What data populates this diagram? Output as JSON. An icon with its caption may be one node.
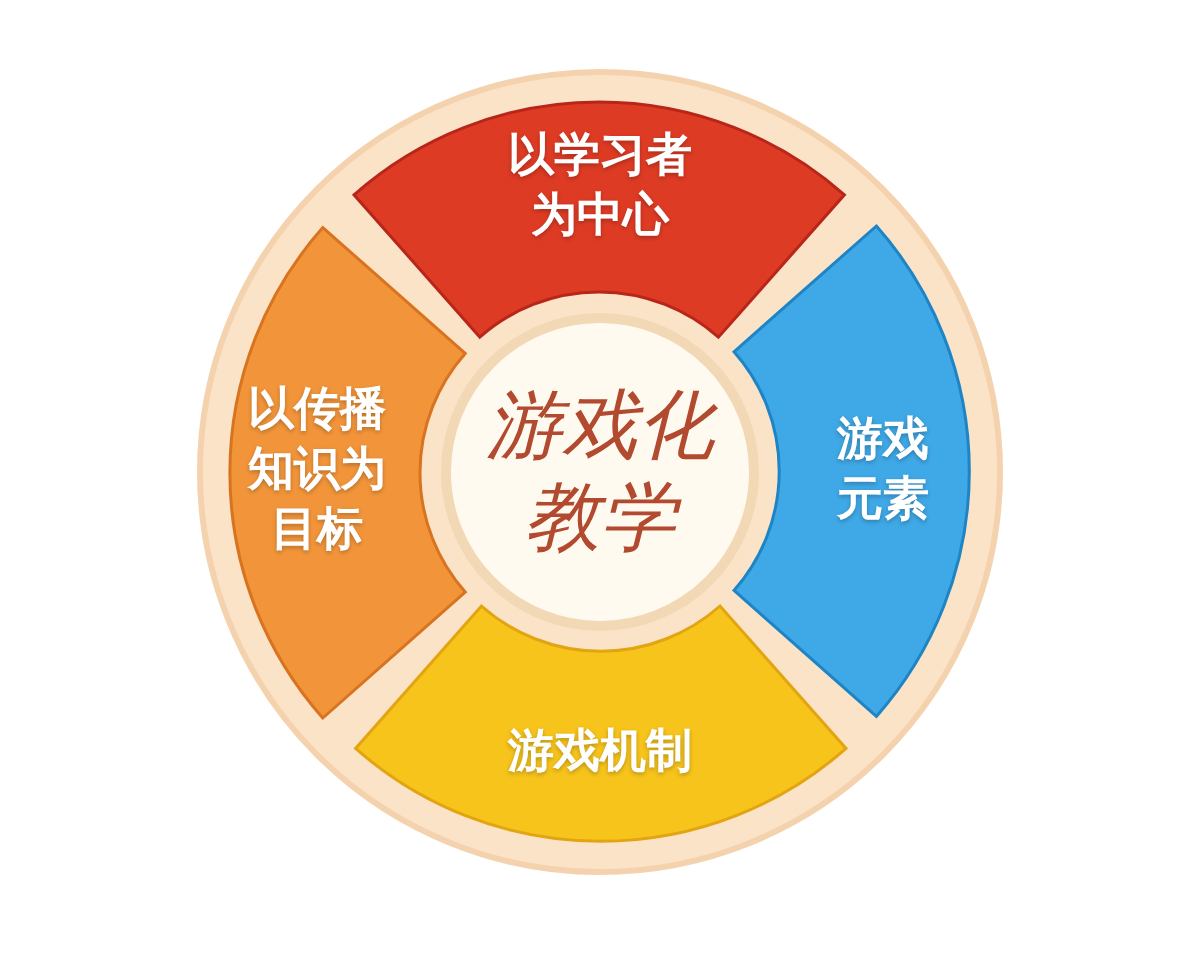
{
  "diagram": {
    "nodes": [
      {
        "text": [
          "以学习者为中心"
        ]
      },
      {
        "text": [
          "以传播知识为目标"
        ]
      },
      {
        "text": [
          "游戏化教学"
        ]
      },
      {
        "text": [
          "游戏元素"
        ]
      },
      {
        "text": [
          "游戏机制"
        ]
      }
    ]
  }
}
